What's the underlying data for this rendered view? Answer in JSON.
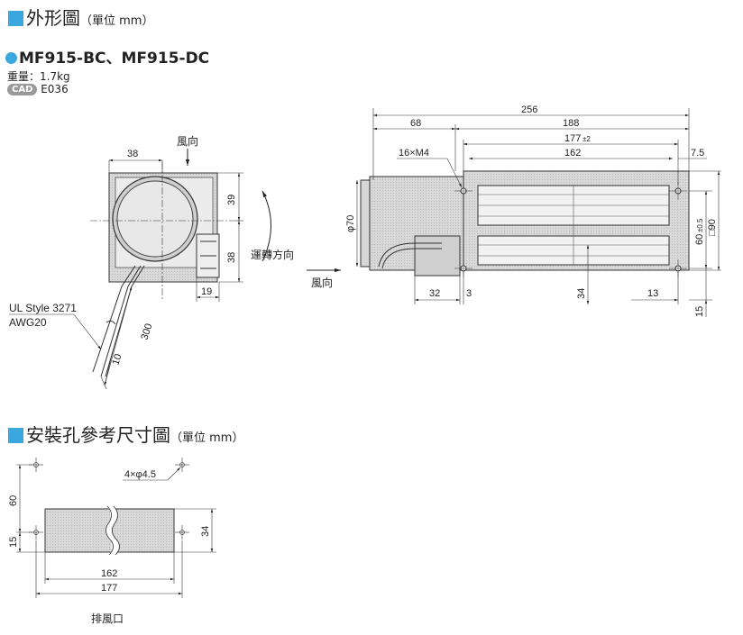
{
  "outline": {
    "title": "外形圖",
    "unit": "（單位 mm）"
  },
  "model": "MF915-BC、MF915-DC",
  "weight": "重量：1.7kg",
  "cad_badge": "CAD",
  "cad_code": "E036",
  "front_view": {
    "wind_label": "風向",
    "dim_width": "38",
    "dim_right_top": "39",
    "dim_right_mid": "38",
    "dim_bottom": "19",
    "cable_style": "UL Style 3271",
    "cable_awg": "AWG20",
    "cable_length": "300",
    "cable_strip": "10",
    "rotation_label": "運轉方向"
  },
  "side_view": {
    "wind_label": "風向",
    "dim_total": "256",
    "dim_68": "68",
    "dim_188": "188",
    "dim_177": "177",
    "dim_177_tol": "±2",
    "dim_162": "162",
    "dim_7_5": "7.5",
    "holes": "16×M4",
    "dim_phi70": "φ70",
    "dim_60": "60",
    "dim_60_tol": "±0.5",
    "dim_sq90": "□90",
    "dim_32": "32",
    "dim_3": "3",
    "dim_34": "34",
    "dim_13": "13",
    "dim_15": "15"
  },
  "mounting": {
    "title": "安裝孔參考尺寸圖",
    "unit": "（單位 mm）",
    "holes": "4×φ4.5",
    "dim_60": "60",
    "dim_15": "15",
    "dim_34": "34",
    "dim_162": "162",
    "dim_177": "177",
    "exhaust_label": "排風口"
  }
}
